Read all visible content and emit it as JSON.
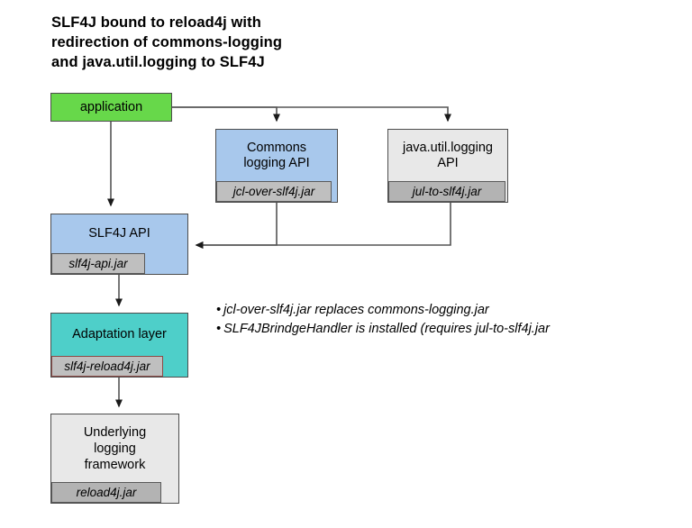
{
  "title": "SLF4J bound to reload4j with\nredirection of commons-logging\nand java.util.logging to SLF4J",
  "nodes": {
    "application": {
      "label": "application",
      "fill": "#67d84a"
    },
    "commons": {
      "label": "Commons\nlogging API",
      "jar": "jcl-over-slf4j.jar",
      "fill": "#a8c8ec"
    },
    "jul": {
      "label": "java.util.logging\nAPI",
      "jar": "jul-to-slf4j.jar",
      "fill": "#e8e8e8"
    },
    "slf4j": {
      "label": "SLF4J API",
      "jar": "slf4j-api.jar",
      "fill": "#a8c8ec"
    },
    "adaptation": {
      "label": "Adaptation layer",
      "jar": "slf4j-reload4j.jar",
      "fill": "#4ecfc9"
    },
    "underlying": {
      "label": "Underlying\nlogging\nframework",
      "jar": "reload4j.jar",
      "fill": "#e8e8e8"
    }
  },
  "notes": {
    "bullet": "•",
    "line1": "jcl-over-slf4j.jar replaces commons-logging.jar",
    "line2": "SLF4JBrindgeHandler is installed (requires jul-to-slf4j.jar"
  },
  "colors": {
    "green": "#67d84a",
    "blue": "#a8c8ec",
    "teal": "#4ecfc9",
    "gray_light": "#e8e8e8",
    "gray_jar": "#bfbfbf",
    "gray_jar_dark": "#b3b3b3",
    "border": "#4d4d4d",
    "jar_border_red": "#8b4a46",
    "arrow": "#555555"
  }
}
